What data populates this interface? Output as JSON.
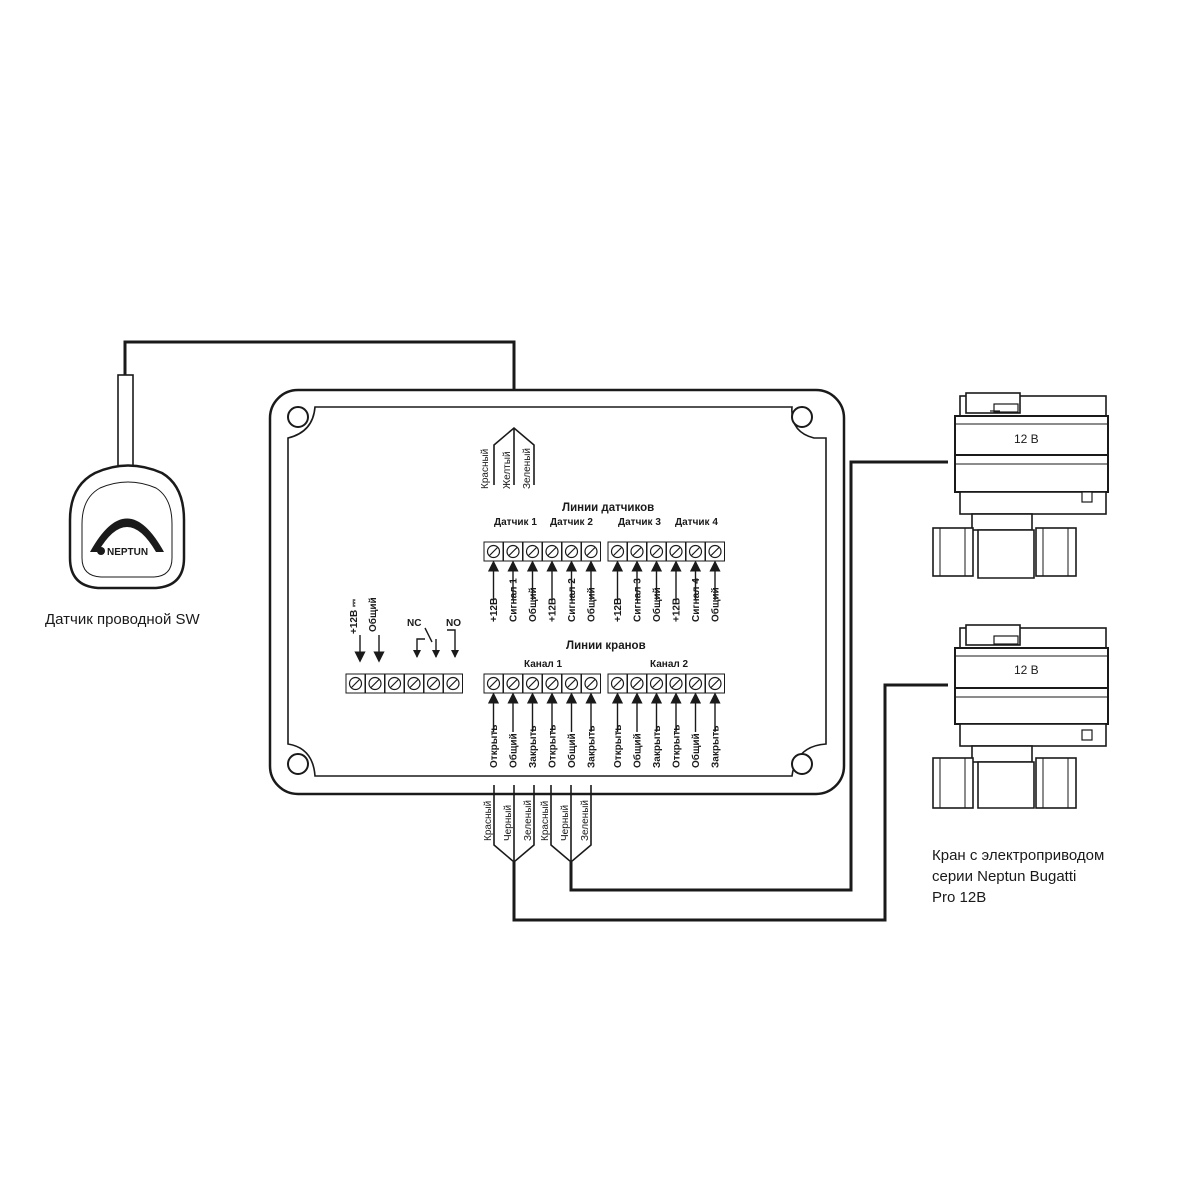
{
  "sensor": {
    "caption": "Датчик проводной SW",
    "brand": "NEPTUN",
    "wires": [
      "Красный",
      "Желтый",
      "Зеленый"
    ]
  },
  "controller": {
    "sensor_lines_title": "Линии датчиков",
    "valve_lines_title": "Линии кранов",
    "sensor_groups": [
      "Датчик 1",
      "Датчик 2",
      "Датчик 3",
      "Датчик 4"
    ],
    "sensor_terminals": [
      "+12В",
      "Сигнал 1",
      "Общий",
      "+12В",
      "Сигнал 2",
      "Общий",
      "+12В",
      "Сигнал 3",
      "Общий",
      "+12В",
      "Сигнал 4",
      "Общий"
    ],
    "channels": [
      "Канал 1",
      "Канал 2"
    ],
    "valve_terminals": [
      "Открыть",
      "Общий",
      "Закрыть",
      "Открыть",
      "Общий",
      "Закрыть",
      "Открыть",
      "Общий",
      "Закрыть",
      "Открыть",
      "Общий",
      "Закрыть"
    ],
    "power_terminals": [
      "+12В ⎓",
      "Общий",
      "NC",
      "NO"
    ],
    "valve_wires": [
      "Красный",
      "Черный",
      "Зеленый",
      "Красный",
      "Черный",
      "Зеленый"
    ]
  },
  "valves": {
    "voltage_label": "12 В",
    "caption": [
      "Кран с электроприводом",
      "серии Neptun Bugatti",
      "Pro 12В"
    ]
  }
}
